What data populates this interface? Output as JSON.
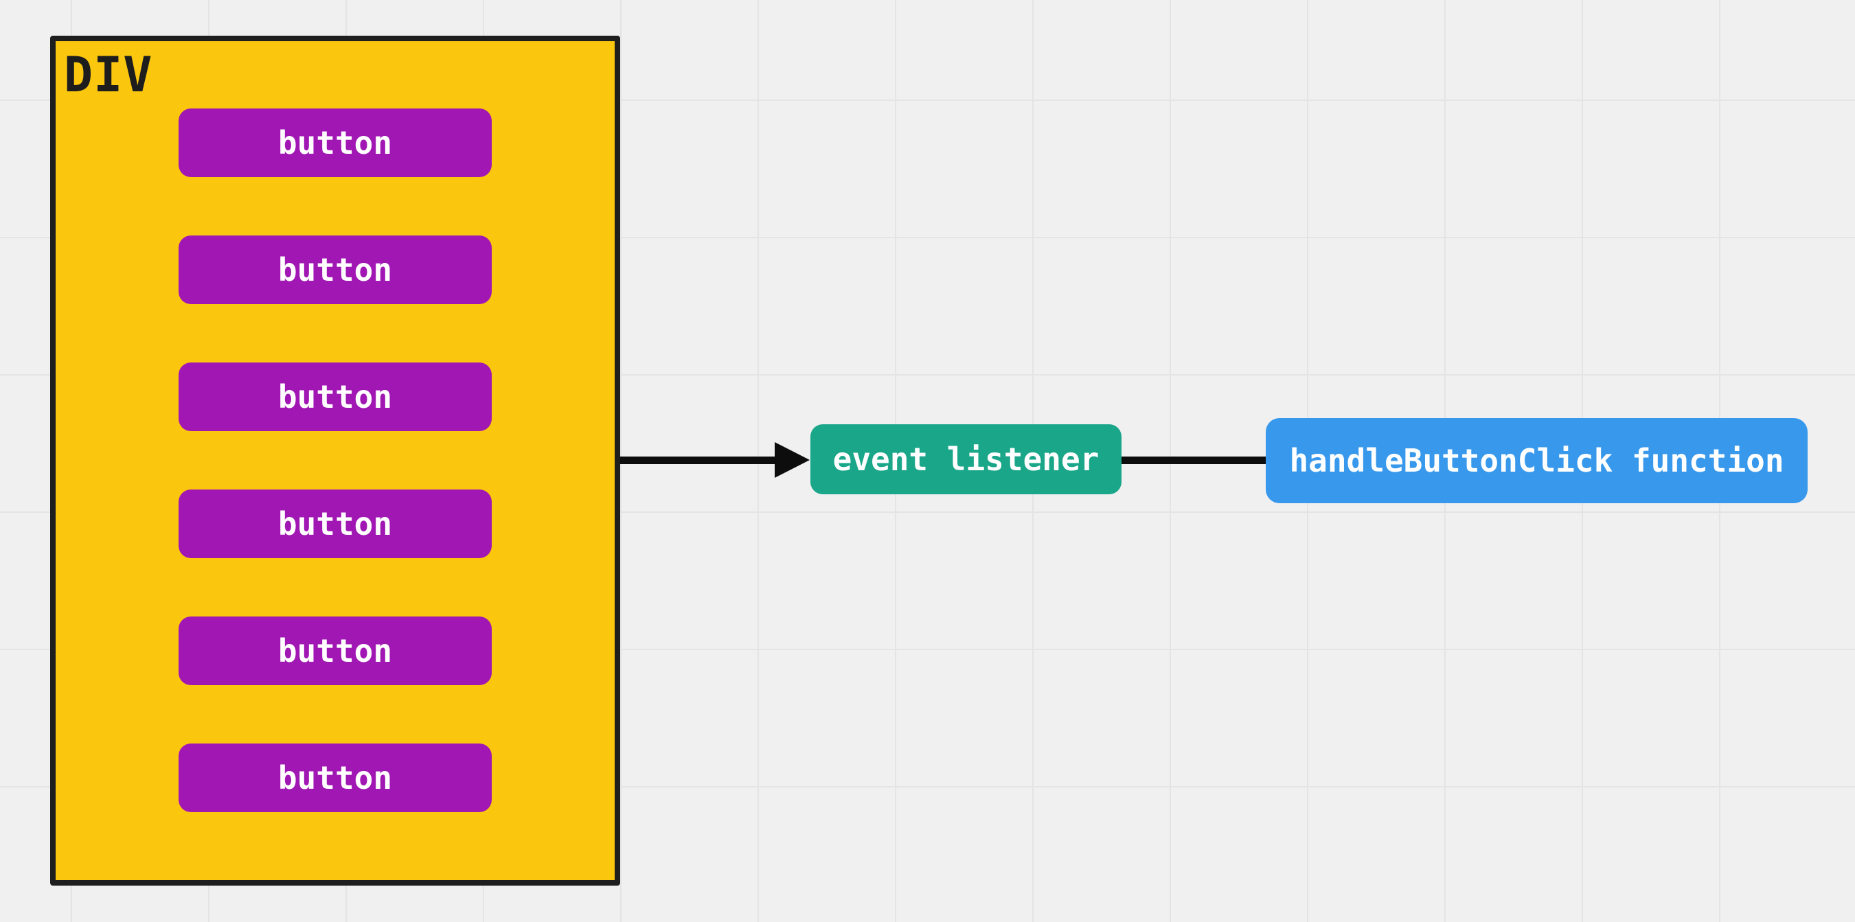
{
  "colors": {
    "canvas_background": "#f0f0f0",
    "grid_line": "#e4e4e4",
    "div_fill": "#fbc70e",
    "div_border": "#1e1e1e",
    "div_label_text": "#1d1d1d",
    "button_fill": "#a117b4",
    "event_listener_fill": "#1aa689",
    "handler_fill": "#3899ec",
    "arrow": "#0d0d0d",
    "text_on_fill": "#ffffff"
  },
  "div_box": {
    "label": "DIV",
    "buttons": [
      {
        "label": "button"
      },
      {
        "label": "button"
      },
      {
        "label": "button"
      },
      {
        "label": "button"
      },
      {
        "label": "button"
      },
      {
        "label": "button"
      }
    ]
  },
  "nodes": {
    "event_listener": {
      "label": "event listener"
    },
    "handler": {
      "label": "handleButtonClick function"
    }
  }
}
